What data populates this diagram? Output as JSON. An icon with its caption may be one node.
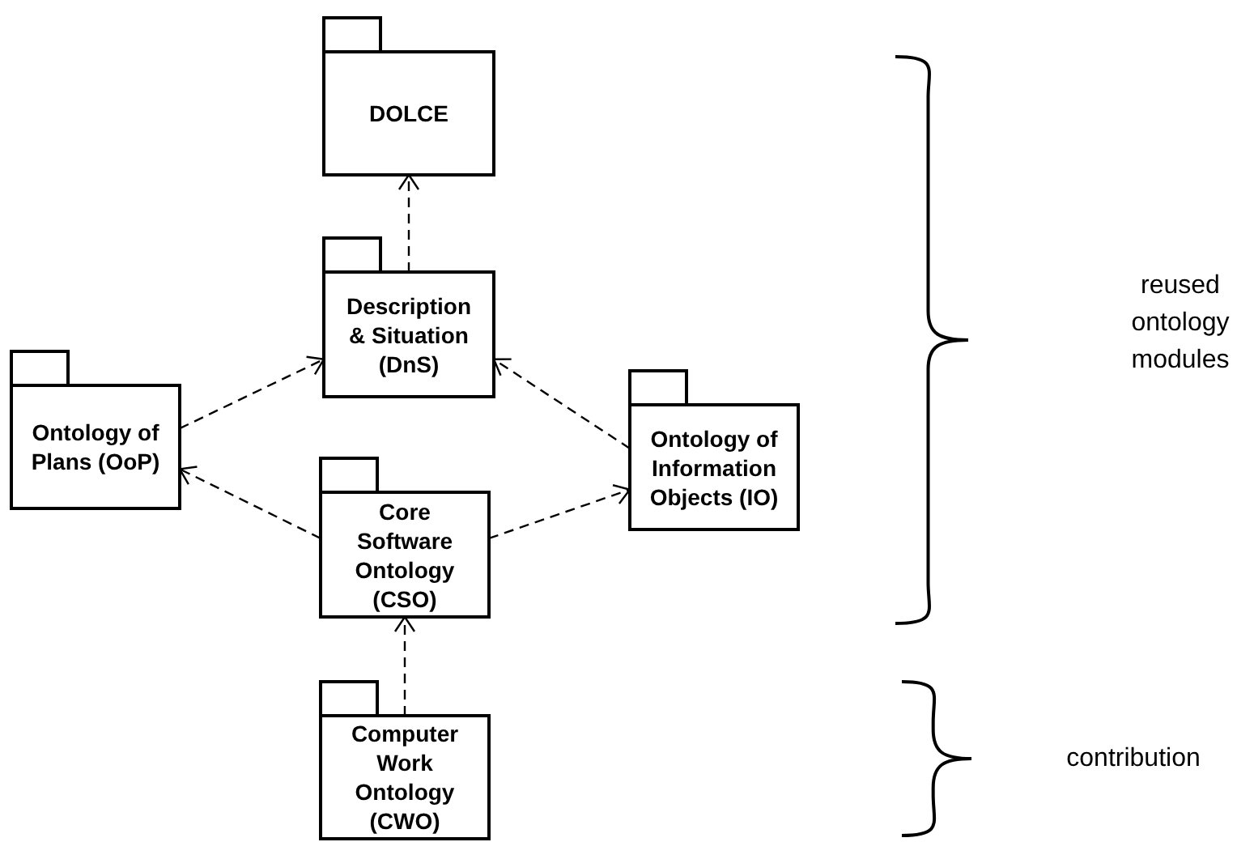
{
  "diagram": {
    "nodes": [
      {
        "text": [
          "DOLCE"
        ]
      },
      {
        "text": [
          "Description & Situation (DnS)"
        ]
      },
      {
        "text": [
          "Ontology of Plans (OoP)"
        ]
      },
      {
        "text": [
          "Ontology of Information Objects (IO)"
        ]
      },
      {
        "text": [
          "Core Software Ontology (CSO)"
        ]
      },
      {
        "text": [
          "Computer Work Ontology (CWO)"
        ]
      }
    ],
    "edges": [
      {
        "from": 1,
        "to": 0,
        "arrow": "to",
        "style": "dashed"
      },
      {
        "from": 2,
        "to": 1,
        "arrow": "to",
        "style": "dashed"
      },
      {
        "from": 3,
        "to": 1,
        "arrow": "to",
        "style": "dashed"
      },
      {
        "from": 4,
        "to": 2,
        "arrow": "to",
        "style": "dashed"
      },
      {
        "from": 4,
        "to": 3,
        "arrow": "to",
        "style": "dashed"
      },
      {
        "from": 5,
        "to": 4,
        "arrow": "to",
        "style": "dashed"
      }
    ],
    "labels": [
      "reused ontology modules",
      "contribution"
    ]
  }
}
